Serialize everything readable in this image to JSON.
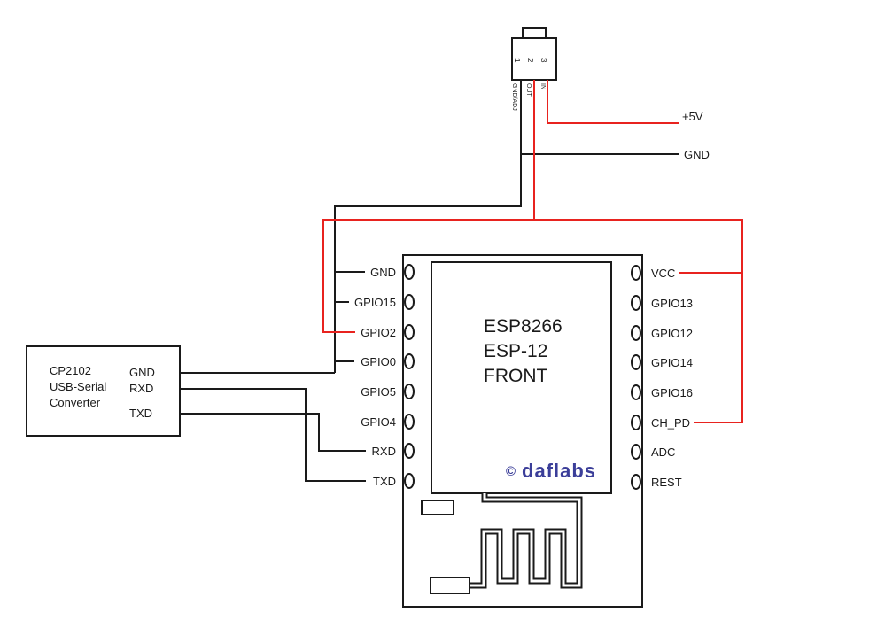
{
  "regulator": {
    "pin_numbers": [
      "1",
      "2",
      "3"
    ],
    "pin_labels": [
      "GND/ADJ",
      "OUT",
      "IN"
    ]
  },
  "power": {
    "plus5v": "+5V",
    "gnd": "GND"
  },
  "usb_converter": {
    "line1": "CP2102",
    "line2": "USB-Serial",
    "line3": "Converter",
    "pins": [
      "GND",
      "RXD",
      "TXD"
    ]
  },
  "module": {
    "title1": "ESP8266",
    "title2": "ESP-12",
    "title3": "FRONT",
    "left_pins": [
      "GND",
      "GPIO15",
      "GPIO2",
      "GPIO0",
      "GPIO5",
      "GPIO4",
      "RXD",
      "TXD"
    ],
    "right_pins": [
      "VCC",
      "GPIO13",
      "GPIO12",
      "GPIO14",
      "GPIO16",
      "CH_PD",
      "ADC",
      "REST"
    ],
    "logo_copyright": "©",
    "logo_text": "daflabs"
  },
  "colors": {
    "wire_black": "#1a1a1a",
    "wire_red": "#e8231f",
    "logo_blue": "#3b3e99"
  }
}
